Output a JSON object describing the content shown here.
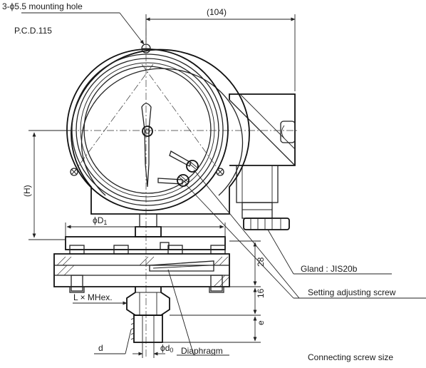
{
  "labels": {
    "mounting_hole": "3-ϕ5.5 mounting hole",
    "pcd": "P.C.D.115",
    "gland": "Gland : JIS20b",
    "setting_screw": "Setting adjusting screw",
    "diaphragm": "Diaphragm",
    "hex": "L × MHex.",
    "d": "d",
    "d0": "ϕd",
    "d0_sub": "0",
    "connecting": "Connecting screw size"
  },
  "dimensions": {
    "width_104": "(104)",
    "H": "(H)",
    "D1": "ϕD",
    "D1_sub": "1",
    "v28": "28",
    "v16": "16",
    "ve": "e"
  }
}
